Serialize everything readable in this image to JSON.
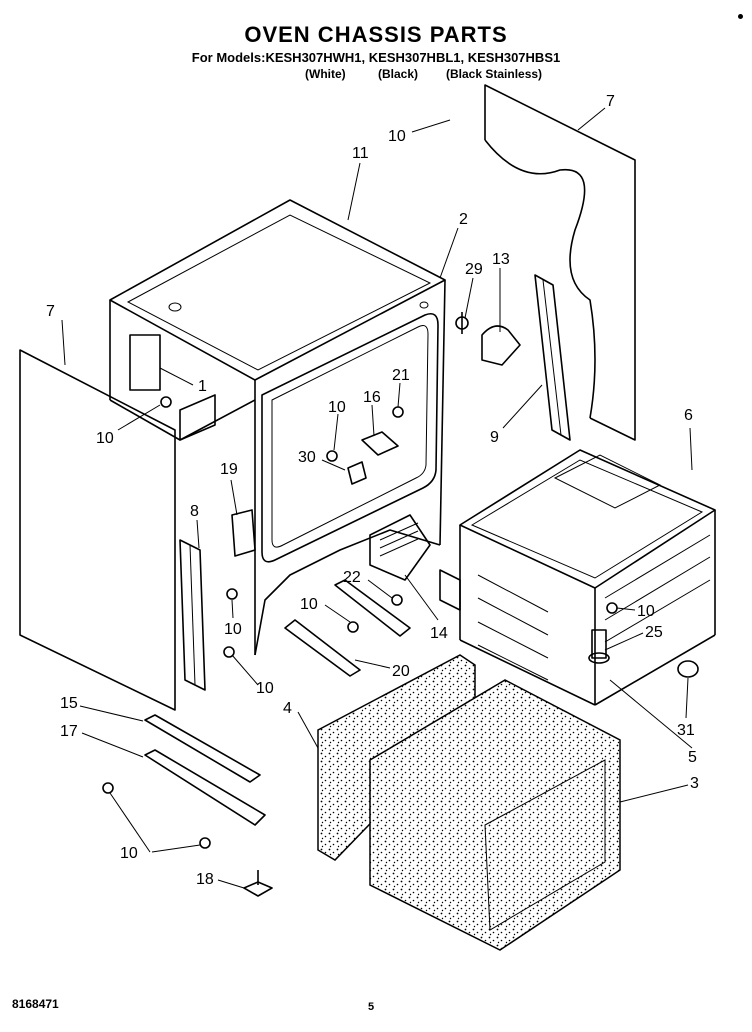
{
  "header": {
    "title": "OVEN CHASSIS PARTS",
    "models_line": "For Models:KESH307HWH1, KESH307HBL1, KESH307HBS1",
    "variants": [
      "(White)",
      "(Black)",
      "(Black Stainless)"
    ]
  },
  "footer": {
    "doc_number": "8168471",
    "page": "5"
  },
  "callouts": {
    "c7a": "7",
    "c10a": "10",
    "c11": "11",
    "c2": "2",
    "c29": "29",
    "c13": "13",
    "c7b": "7",
    "c1": "1",
    "c10b": "10",
    "c21": "21",
    "c10c": "10",
    "c16": "16",
    "c9": "9",
    "c6": "6",
    "c30": "30",
    "c19": "19",
    "c8": "8",
    "c22": "22",
    "c10d": "10",
    "c10e": "10",
    "c14": "14",
    "c10f": "10",
    "c25": "25",
    "c20": "20",
    "c10g": "10",
    "c15": "15",
    "c4": "4",
    "c31": "31",
    "c17": "17",
    "c5": "5",
    "c3": "3",
    "c10h": "10",
    "c18": "18"
  }
}
